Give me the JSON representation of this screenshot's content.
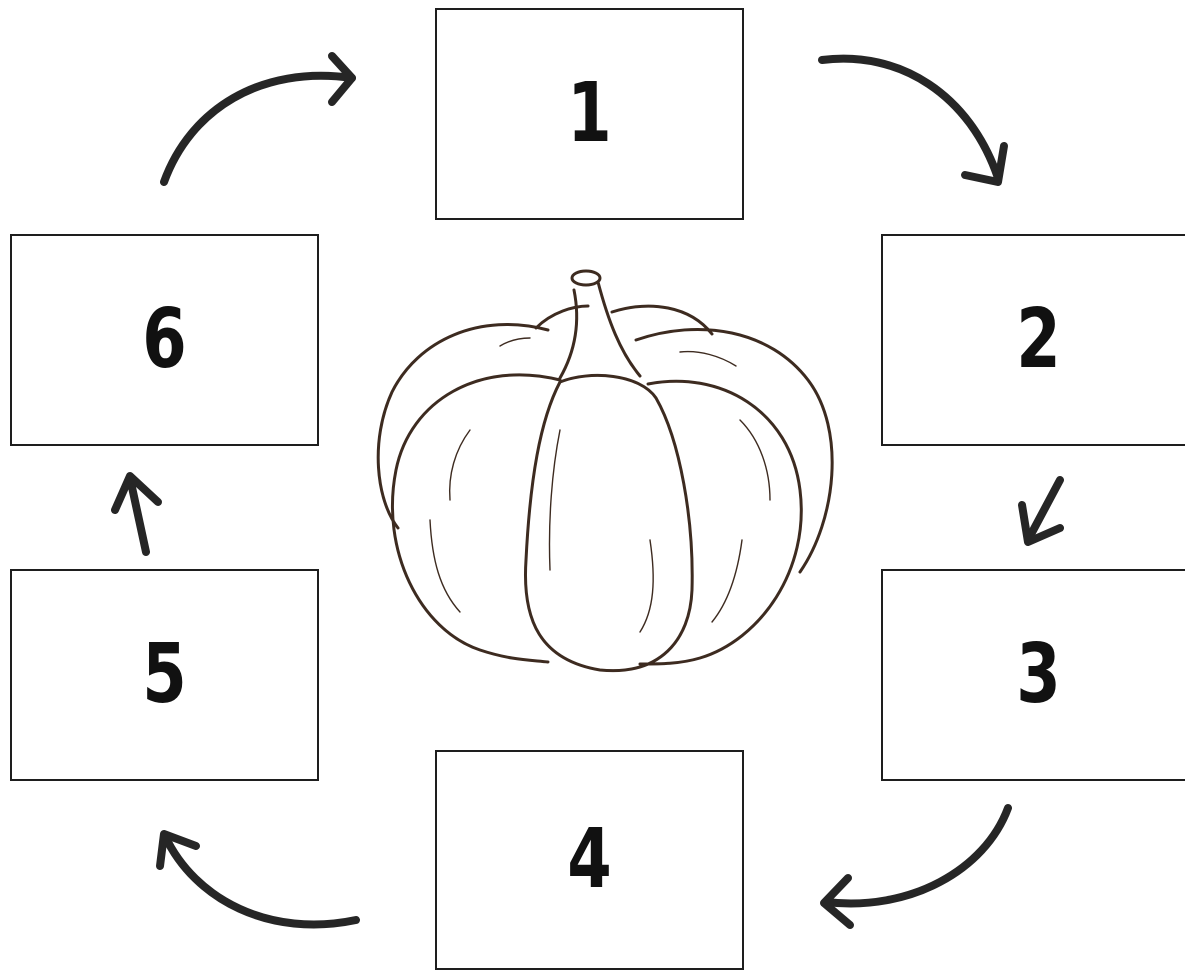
{
  "cycle": {
    "steps": [
      {
        "label": "1"
      },
      {
        "label": "2"
      },
      {
        "label": "3"
      },
      {
        "label": "4"
      },
      {
        "label": "5"
      },
      {
        "label": "6"
      }
    ]
  },
  "center_image": {
    "icon": "pumpkin-outline-illustration",
    "stroke_color": "#3d2b20"
  },
  "colors": {
    "box_border": "#1e1e1e",
    "number_text": "#111111",
    "arrow": "#262626",
    "background": "#ffffff"
  }
}
